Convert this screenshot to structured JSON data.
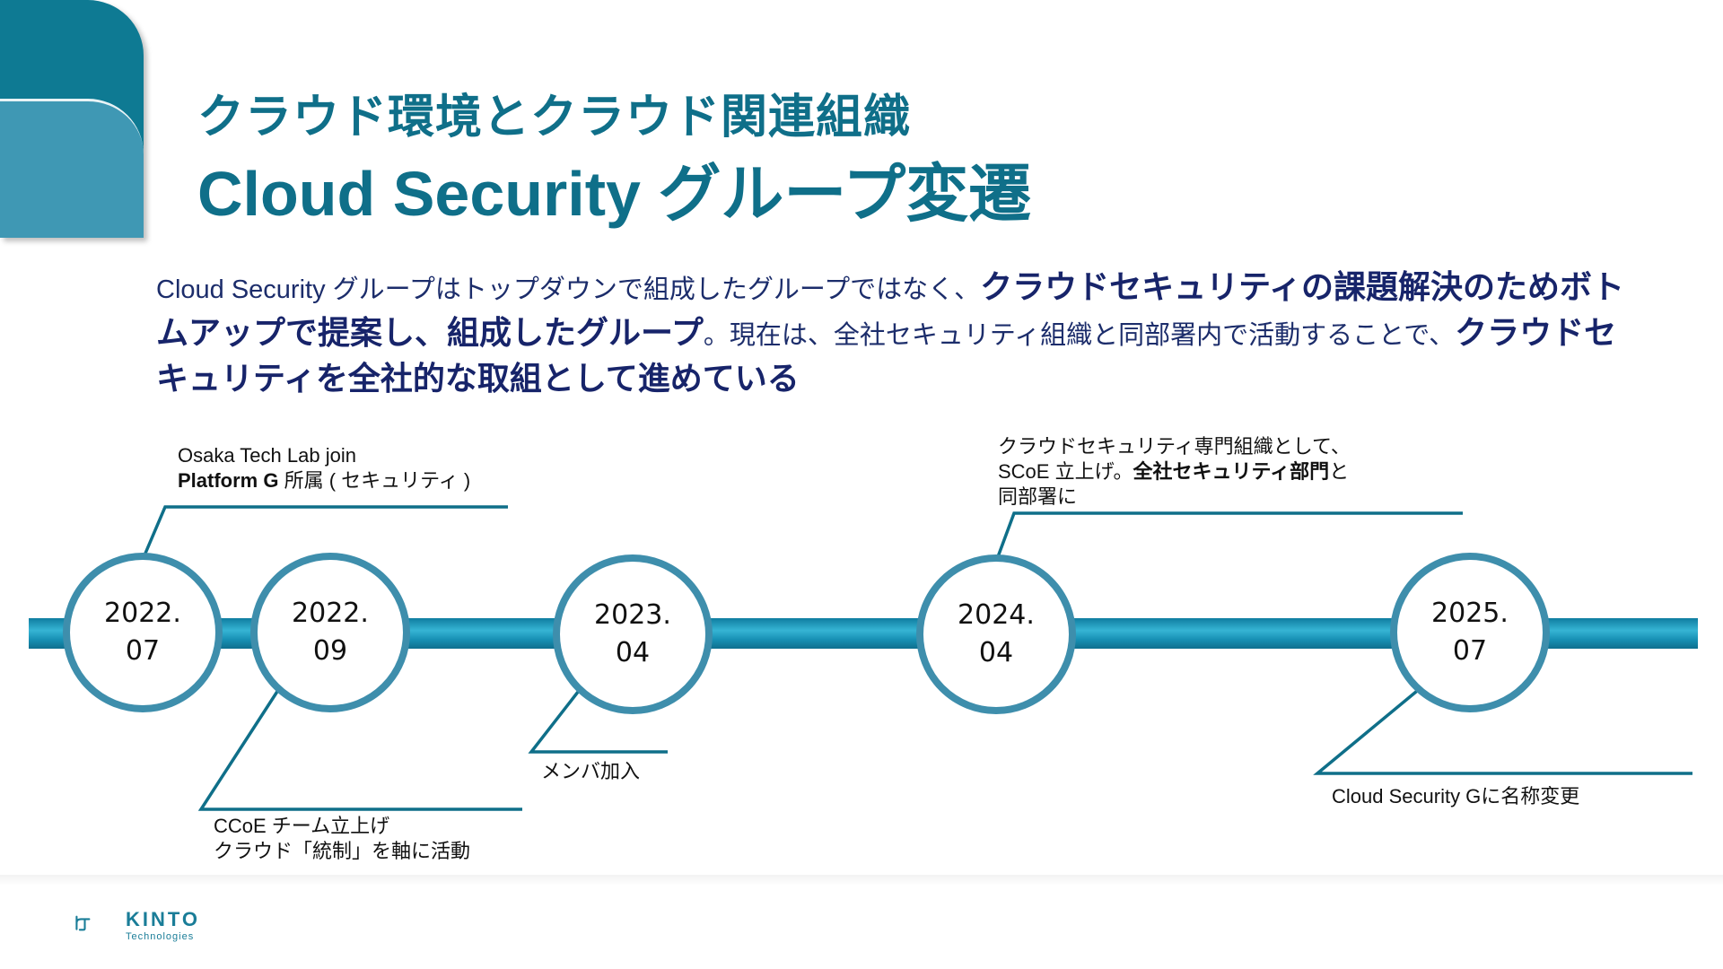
{
  "title": {
    "line1": "クラウド環境とクラウド関連組織",
    "line2": "Cloud Security グループ変遷"
  },
  "intro": {
    "part1": "Cloud Security グループはトップダウンで組成したグループではなく、",
    "part2": "クラウドセキュリティの課題解決のためボトムアップで提案し、組成したグループ",
    "part3": "。現在は、全社セキュリティ組織と同部署内で活動することで、",
    "part4": "クラウドセキュリティを全社的な取組として進めている"
  },
  "timeline": {
    "nodes": [
      {
        "year": "2022.",
        "month": "07"
      },
      {
        "year": "2022.",
        "month": "09"
      },
      {
        "year": "2023.",
        "month": "04"
      },
      {
        "year": "2024.",
        "month": "04"
      },
      {
        "year": "2025.",
        "month": "07"
      }
    ],
    "events": {
      "e1_line1": "Osaka Tech Lab join",
      "e1_line2_bold": "Platform G",
      "e1_line2_rest": " 所属 ( セキュリティ )",
      "e2_line1": "CCoE チーム立上げ",
      "e2_line2": "クラウド「統制」を軸に活動",
      "e3": "メンバ加入",
      "e4_line1": "クラウドセキュリティ専門組織として、",
      "e4_line2_pre": "SCoE 立上げ。",
      "e4_line2_bold": "全社セキュリティ部門",
      "e4_line2_post": "と",
      "e4_line3": "同部署に",
      "e5": "Cloud Security Gに名称変更"
    }
  },
  "logo": {
    "name": "KINTO",
    "sub": "Technologies"
  },
  "colors": {
    "title": "#0f6f89",
    "intro": "#1c2d6b",
    "timeline_bar": "#1790b4",
    "node_ring": "#3e8eac"
  }
}
